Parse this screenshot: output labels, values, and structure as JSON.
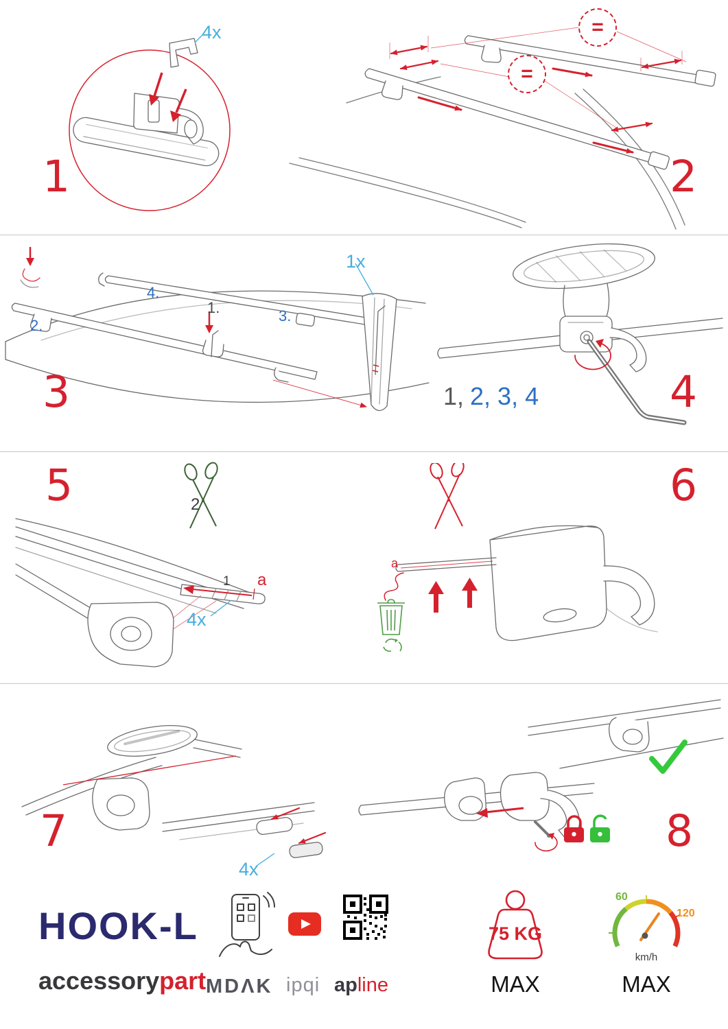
{
  "document": {
    "type": "roof-rack-assembly-instructions"
  },
  "steps": {
    "step1": {
      "number": "1",
      "quantity_label": "4x"
    },
    "step2": {
      "number": "2",
      "equal_label": "="
    },
    "step3": {
      "number": "3",
      "quantity_label": "1x",
      "substep_1": "1.",
      "substep_2": "2.",
      "substep_3": "3.",
      "substep_4": "4."
    },
    "step4": {
      "number": "4",
      "sequence_done": "1,",
      "sequence_remaining": "2, 3, 4"
    },
    "step5": {
      "number": "5",
      "cut_step_label": "2",
      "insert_step_label": "1",
      "measure_label": "a",
      "quantity_label": "4x"
    },
    "step6": {
      "number": "6",
      "measure_label": "a"
    },
    "step7": {
      "number": "7",
      "quantity_label": "4x"
    },
    "step8": {
      "number": "8"
    }
  },
  "footer": {
    "product_name": "HOOK-L",
    "brand_prefix": "accessory",
    "brand_suffix": "part",
    "logo_mdak": "MDΛK",
    "logo_ipqi": "ipqi",
    "logo_apline_prefix": "ap",
    "logo_apline_suffix": "line",
    "max_load": "75 KG",
    "max_load_label": "MAX",
    "speed_min": "60",
    "speed_max_value": "120",
    "speed_unit": "km/h",
    "speed_label": "MAX"
  },
  "colors": {
    "accent_red": "#d5212e",
    "label_blue_light": "#47aede",
    "label_blue": "#2d6fc3",
    "success_green": "#35c93c",
    "trash_green": "#4f9c44",
    "brand_navy": "#2b2a6e",
    "speed_green": "#72b73e",
    "speed_orange": "#f0901e"
  }
}
